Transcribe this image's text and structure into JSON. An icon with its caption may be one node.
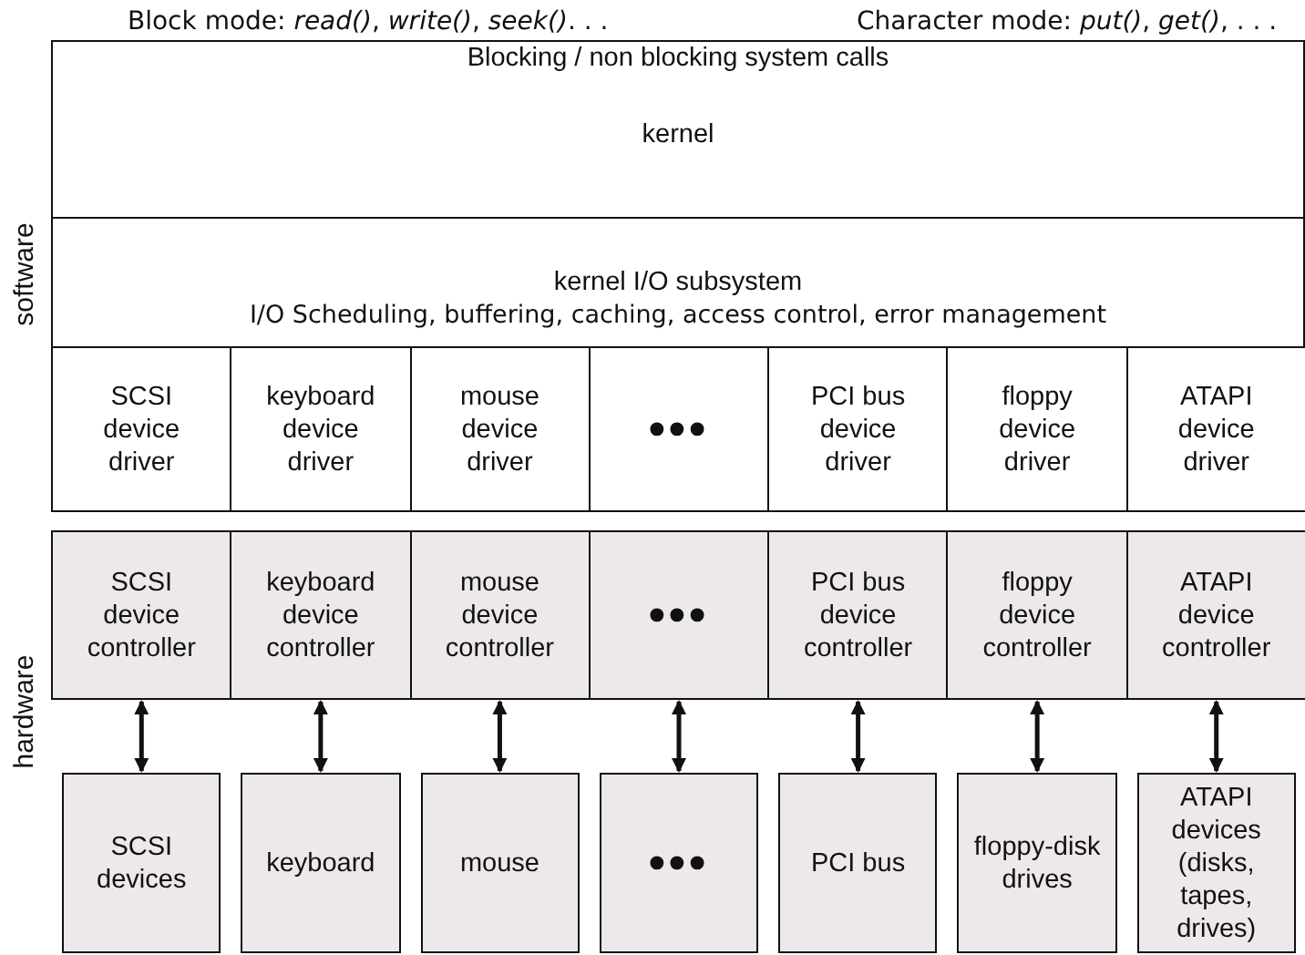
{
  "diagram": {
    "nodes": [
      {
        "text": [
          "Blocking / non blocking system calls",
          "kernel"
        ]
      },
      {
        "text": [
          "kernel I/O subsystem",
          "I/O Scheduling, buffering, caching, access control, error management"
        ]
      },
      {
        "text": [
          "SCSI device driver"
        ]
      },
      {
        "text": [
          "keyboard device driver"
        ]
      },
      {
        "text": [
          "mouse device driver"
        ]
      },
      {
        "text": [
          "•••"
        ]
      },
      {
        "text": [
          "PCI bus device driver"
        ]
      },
      {
        "text": [
          "floppy device driver"
        ]
      },
      {
        "text": [
          "ATAPI device driver"
        ]
      },
      {
        "text": [
          "SCSI device controller"
        ]
      },
      {
        "text": [
          "keyboard device controller"
        ]
      },
      {
        "text": [
          "mouse device controller"
        ]
      },
      {
        "text": [
          "•••"
        ]
      },
      {
        "text": [
          "PCI bus device controller"
        ]
      },
      {
        "text": [
          "floppy device controller"
        ]
      },
      {
        "text": [
          "ATAPI device controller"
        ]
      },
      {
        "text": [
          "SCSI devices"
        ]
      },
      {
        "text": [
          "keyboard"
        ]
      },
      {
        "text": [
          "mouse"
        ]
      },
      {
        "text": [
          "•••"
        ]
      },
      {
        "text": [
          "PCI bus"
        ]
      },
      {
        "text": [
          "floppy-disk drives"
        ]
      },
      {
        "text": [
          "ATAPI devices (disks, tapes, drives)"
        ]
      }
    ],
    "edges": [
      {
        "from": 9,
        "to": 16,
        "arrow": "both"
      },
      {
        "from": 10,
        "to": 17,
        "arrow": "both"
      },
      {
        "from": 11,
        "to": 18,
        "arrow": "both"
      },
      {
        "from": 12,
        "to": 19,
        "arrow": "both"
      },
      {
        "from": 13,
        "to": 20,
        "arrow": "both"
      },
      {
        "from": 14,
        "to": 21,
        "arrow": "both"
      },
      {
        "from": 15,
        "to": 22,
        "arrow": "both"
      }
    ],
    "labels": [
      "Block mode: *read()*, *write()*, *seek()*. . .",
      "Character mode: *put()*, *get()*, . . .",
      "software",
      "hardware"
    ]
  }
}
